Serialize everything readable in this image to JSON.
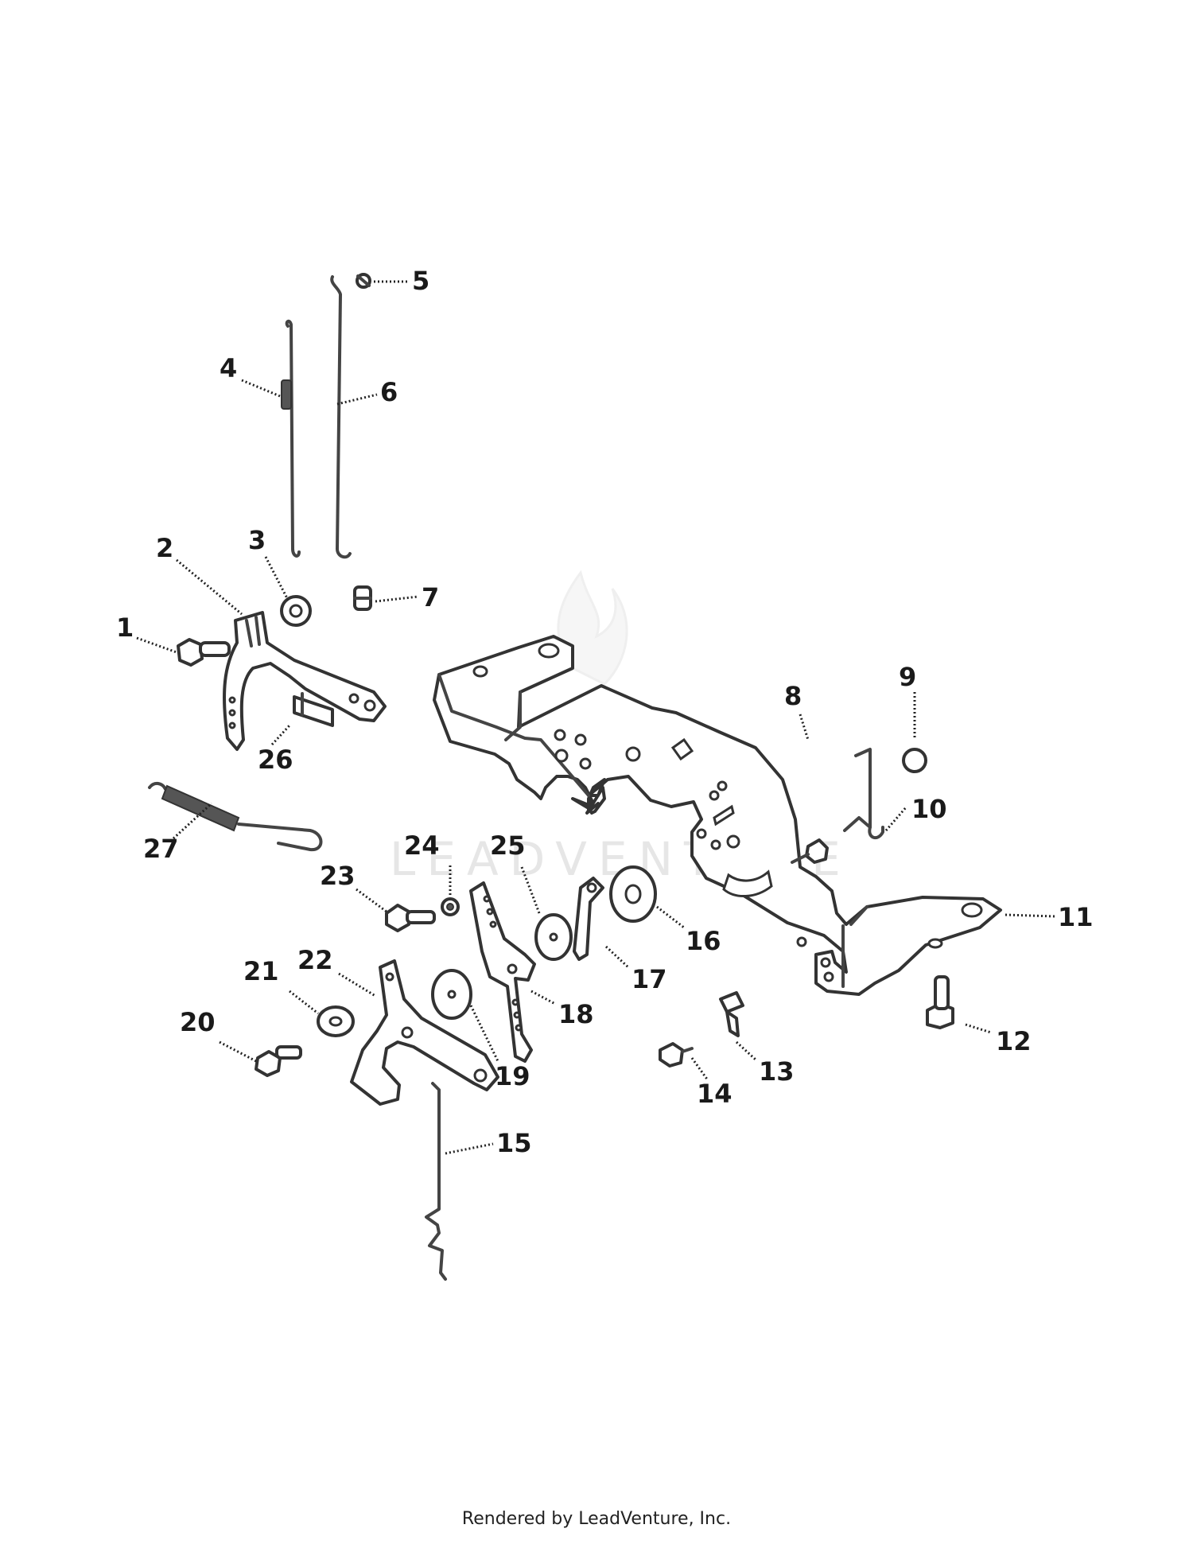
{
  "watermark": "LEADVENTURE",
  "footer": "Rendered by LeadVenture, Inc.",
  "callouts": [
    {
      "id": "1",
      "label": "1"
    },
    {
      "id": "2",
      "label": "2"
    },
    {
      "id": "3",
      "label": "3"
    },
    {
      "id": "4",
      "label": "4"
    },
    {
      "id": "5",
      "label": "5"
    },
    {
      "id": "6",
      "label": "6"
    },
    {
      "id": "7",
      "label": "7"
    },
    {
      "id": "8",
      "label": "8"
    },
    {
      "id": "9",
      "label": "9"
    },
    {
      "id": "10",
      "label": "10"
    },
    {
      "id": "11",
      "label": "11"
    },
    {
      "id": "12",
      "label": "12"
    },
    {
      "id": "13",
      "label": "13"
    },
    {
      "id": "14",
      "label": "14"
    },
    {
      "id": "15",
      "label": "15"
    },
    {
      "id": "16",
      "label": "16"
    },
    {
      "id": "17",
      "label": "17"
    },
    {
      "id": "18",
      "label": "18"
    },
    {
      "id": "19",
      "label": "19"
    },
    {
      "id": "20",
      "label": "20"
    },
    {
      "id": "21",
      "label": "21"
    },
    {
      "id": "22",
      "label": "22"
    },
    {
      "id": "23",
      "label": "23"
    },
    {
      "id": "24",
      "label": "24"
    },
    {
      "id": "25",
      "label": "25"
    },
    {
      "id": "26",
      "label": "26"
    },
    {
      "id": "27",
      "label": "27"
    }
  ]
}
